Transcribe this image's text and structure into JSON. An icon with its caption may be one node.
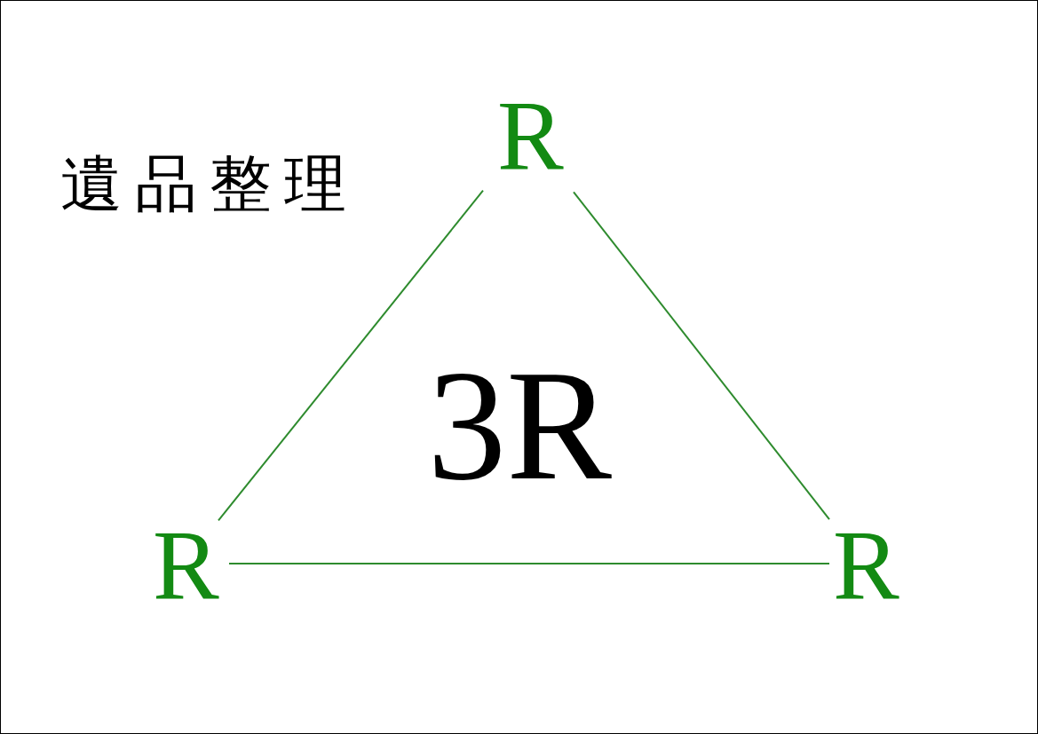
{
  "diagram": {
    "title": "遺品整理",
    "nodes": [
      {
        "text": [
          "R"
        ]
      },
      {
        "text": [
          "R"
        ]
      },
      {
        "text": [
          "R"
        ]
      }
    ],
    "edges": [
      {
        "from": 0,
        "to": 1,
        "arrow": "none"
      },
      {
        "from": 0,
        "to": 2,
        "arrow": "none"
      },
      {
        "from": 1,
        "to": 2,
        "arrow": "none"
      }
    ],
    "labels": [
      "3R"
    ]
  }
}
